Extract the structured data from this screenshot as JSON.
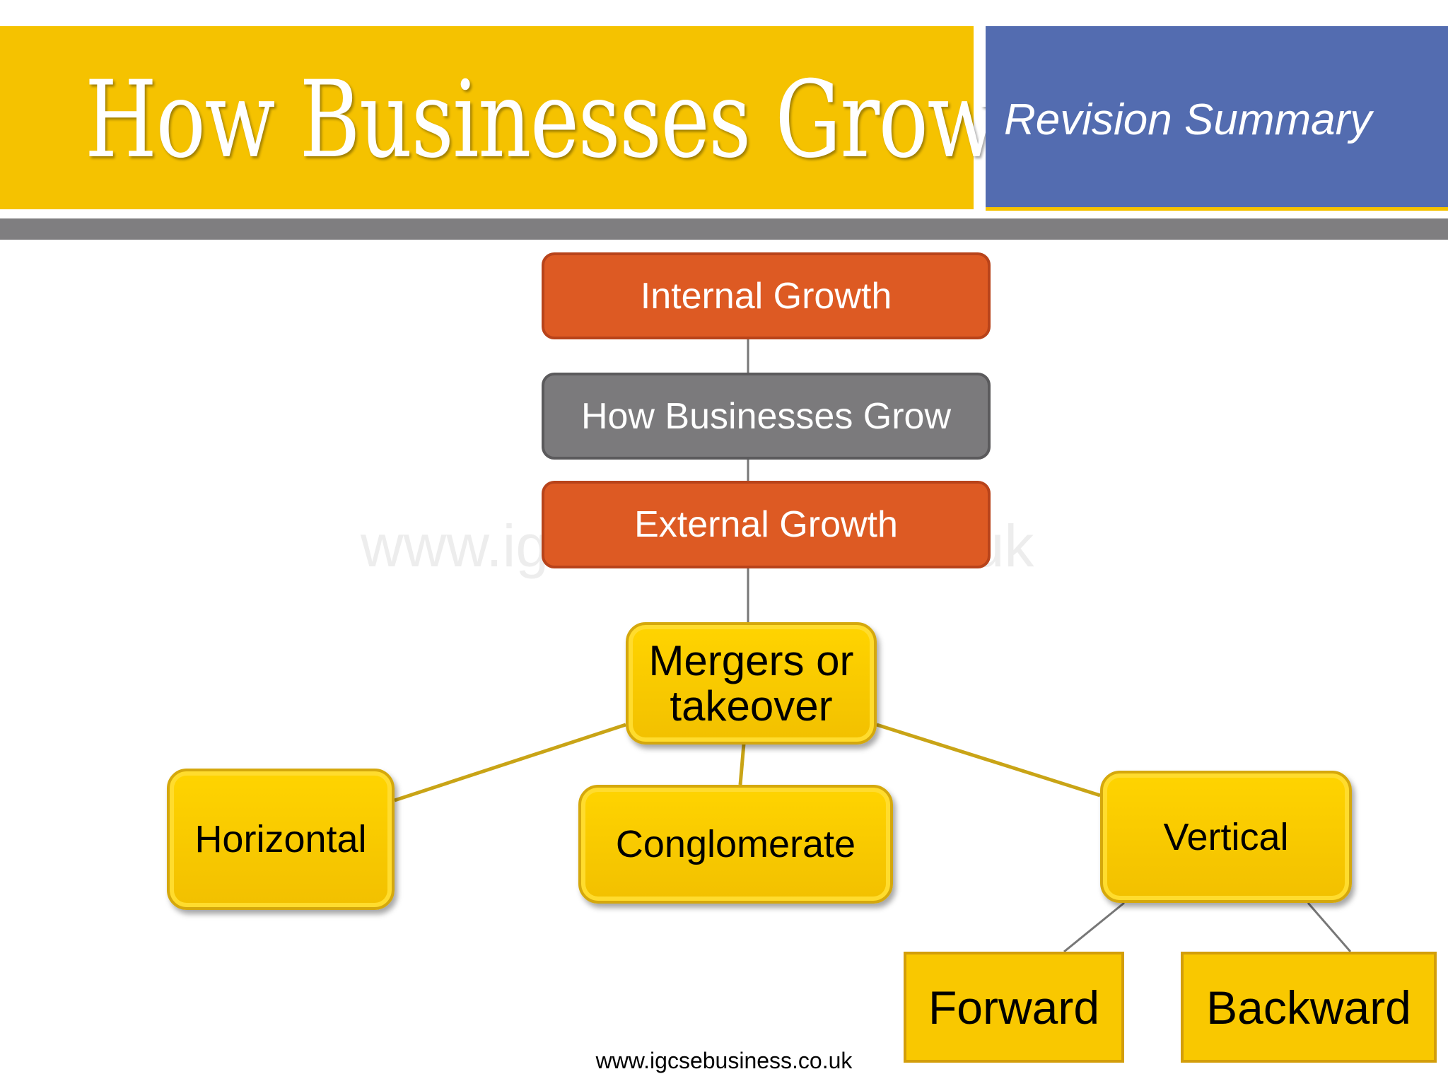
{
  "header": {
    "title": "How Businesses Grow",
    "subtitle": "Revision Summary"
  },
  "watermark": "www.igcsebusiness.co.uk",
  "diagram": {
    "internal_growth": "Internal Growth",
    "center": "How Businesses Grow",
    "external_growth": "External Growth",
    "mergers_line1": "Mergers or",
    "mergers_line2": "takeover",
    "horizontal": "Horizontal",
    "conglomerate": "Conglomerate",
    "vertical": "Vertical",
    "forward": "Forward",
    "backward": "Backward"
  },
  "footer": {
    "url": "www.igcsebusiness.co.uk"
  },
  "colors": {
    "gold": "#f5c200",
    "blue": "#536cb0",
    "grey": "#7f7e80",
    "orange": "#dd5a23"
  }
}
